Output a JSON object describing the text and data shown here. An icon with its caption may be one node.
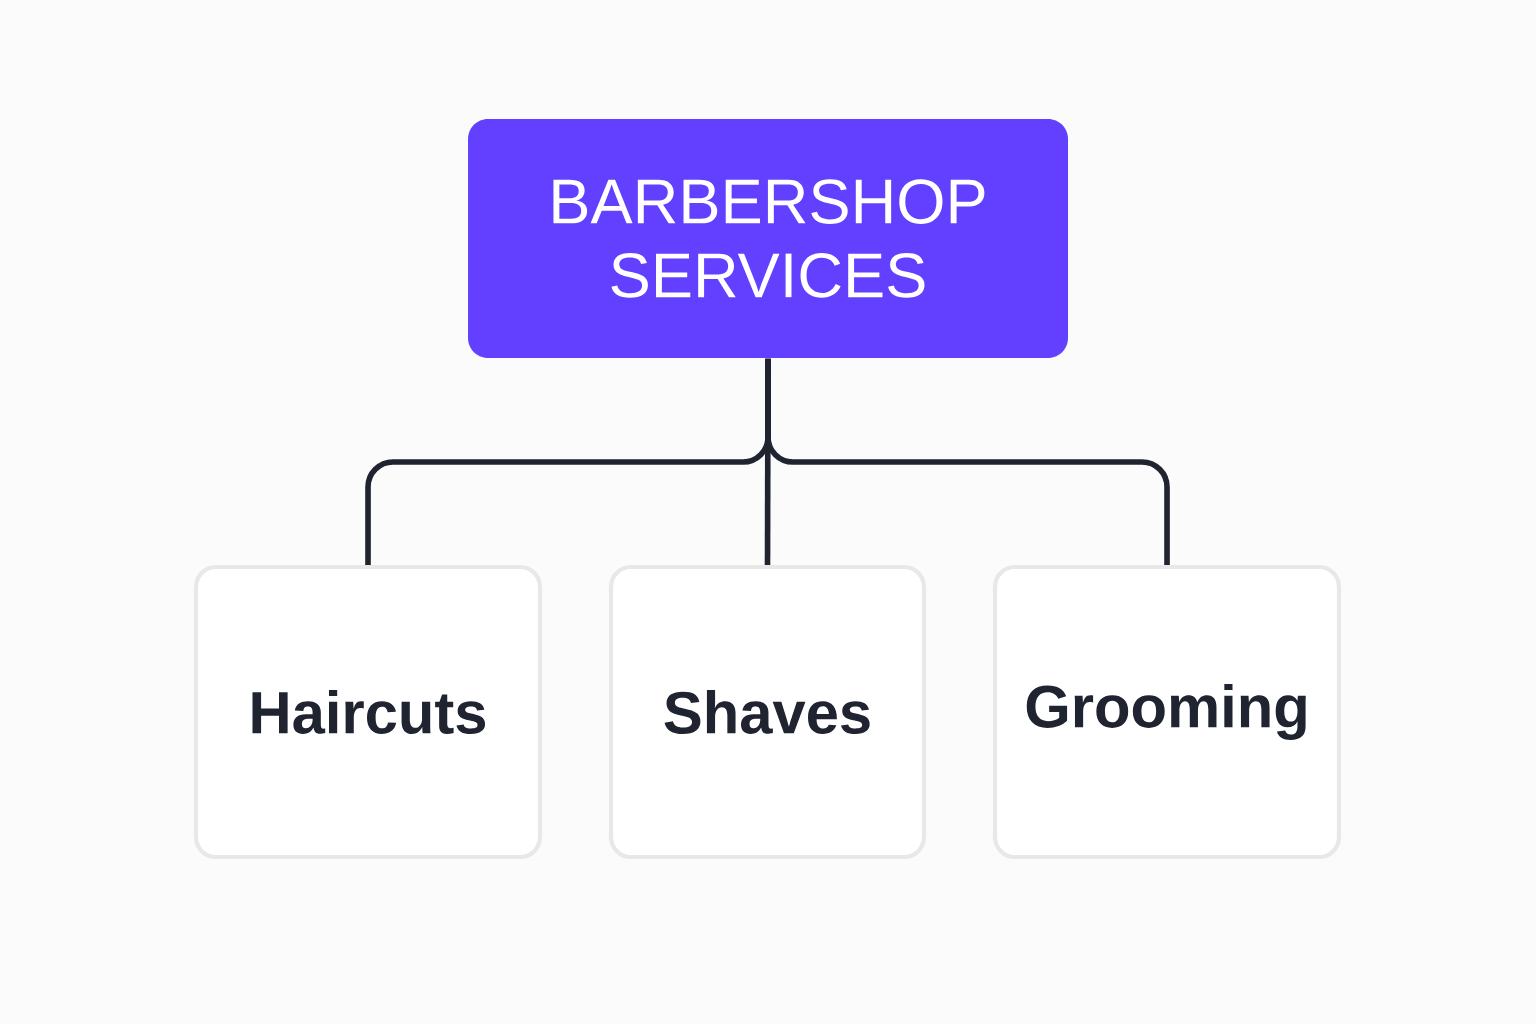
{
  "diagram": {
    "nodes": [
      {
        "text": [
          "BARBERSHOP SERVICES"
        ]
      },
      {
        "text": [
          "Haircuts"
        ]
      },
      {
        "text": [
          "Shaves"
        ]
      },
      {
        "text": [
          "Grooming"
        ]
      }
    ],
    "edges": [
      {
        "from": 0,
        "to": 1,
        "arrow": "none"
      },
      {
        "from": 0,
        "to": 2,
        "arrow": "none"
      },
      {
        "from": 0,
        "to": 3,
        "arrow": "none"
      }
    ]
  }
}
